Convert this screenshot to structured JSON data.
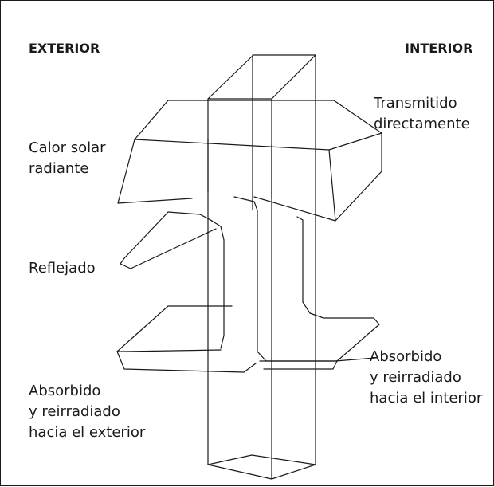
{
  "headers": {
    "exterior": "EXTERIOR",
    "interior": "INTERIOR"
  },
  "labels": {
    "transmitted": [
      "Transmitido",
      "directamente"
    ],
    "solar_heat": [
      "Calor solar",
      "radiante"
    ],
    "reflected": [
      "Reflejado"
    ],
    "absorbed_interior": [
      "Absorbido",
      "y reirradiado",
      "hacia el interior"
    ],
    "absorbed_exterior": [
      "Absorbido",
      "y reirradiado",
      "hacia el exterior"
    ]
  },
  "colors": {
    "ink": "#1a1a1a",
    "background": "#ffffff"
  }
}
